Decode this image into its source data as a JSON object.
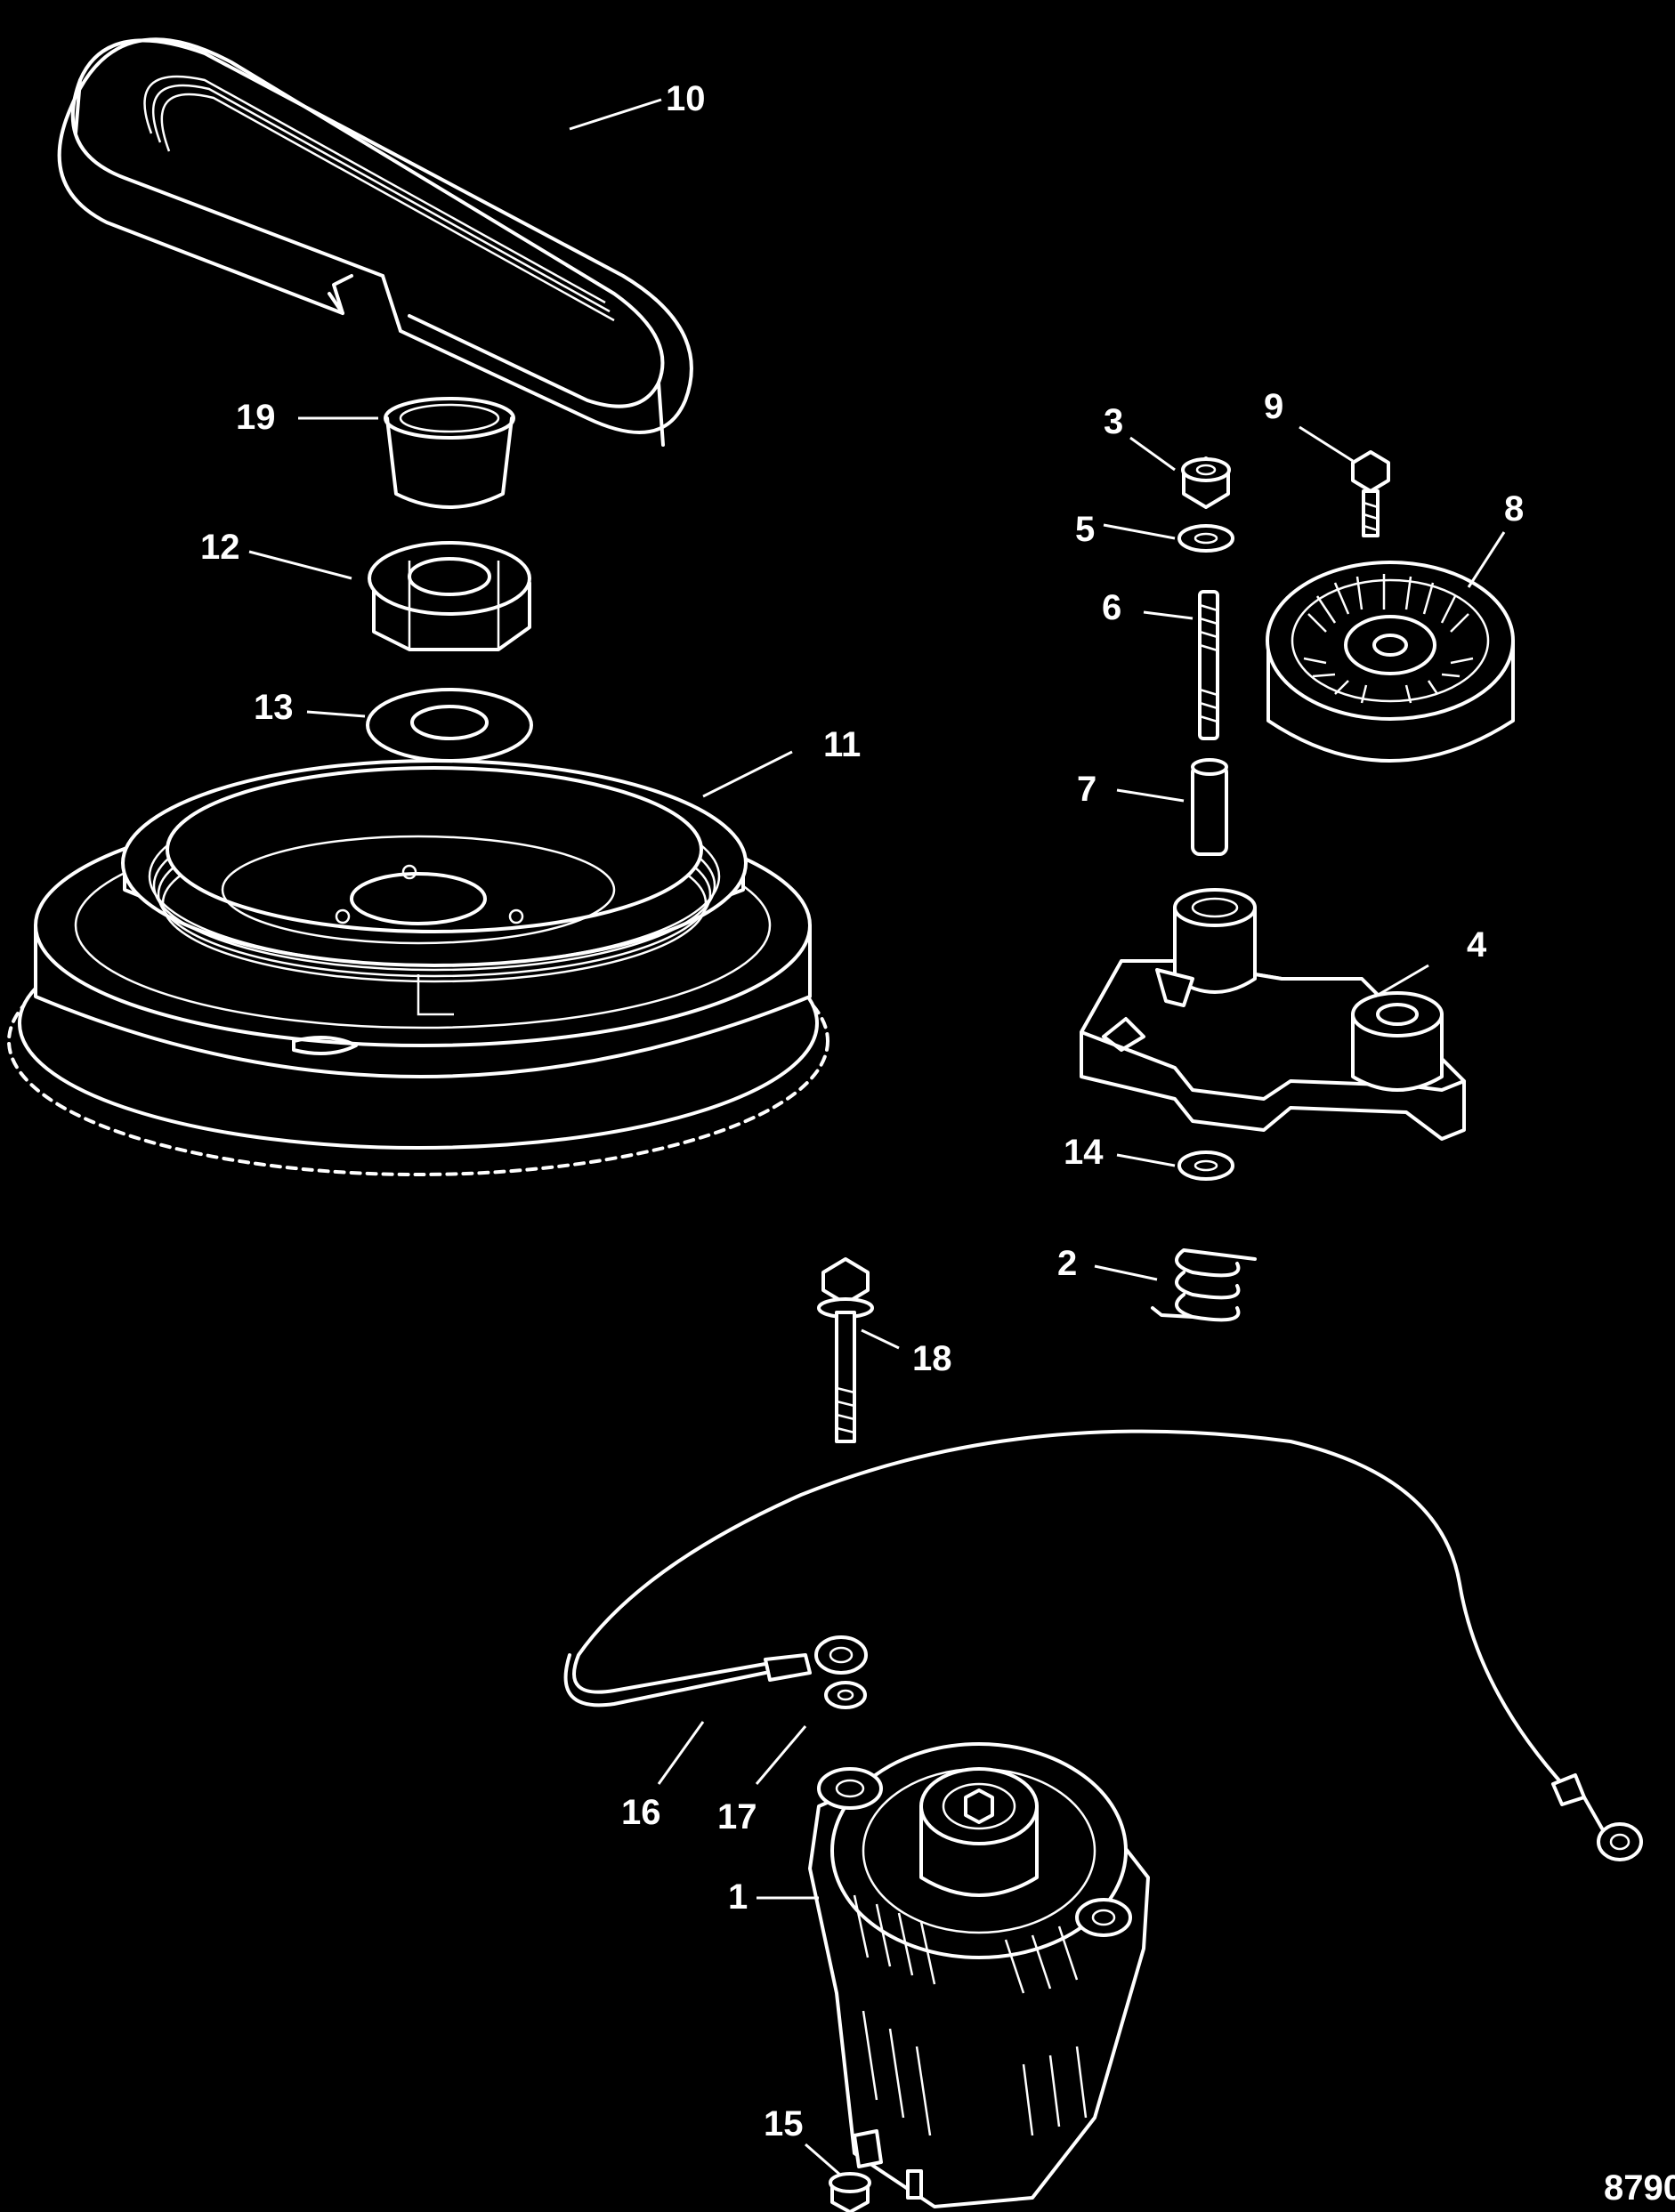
{
  "diagram": {
    "background": "#000000",
    "foreground": "#ffffff",
    "figure_number": "8790",
    "callouts": [
      "1",
      "2",
      "3",
      "4",
      "5",
      "6",
      "7",
      "8",
      "9",
      "10",
      "11",
      "12",
      "13",
      "14",
      "15",
      "16",
      "17",
      "18",
      "19"
    ]
  }
}
